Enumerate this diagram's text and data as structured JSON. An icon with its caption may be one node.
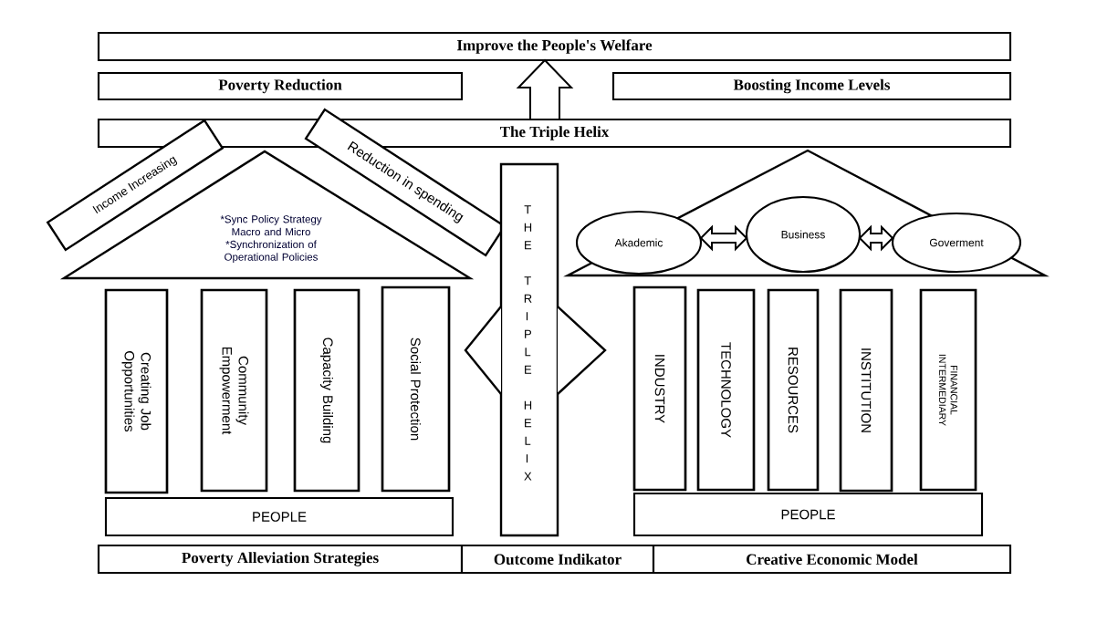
{
  "diagram": {
    "nodes": [
      {
        "text": [
          "Improve the People's Welfare"
        ]
      },
      {
        "text": [
          "Poverty Reduction"
        ]
      },
      {
        "text": [
          "Boosting Income Levels"
        ]
      },
      {
        "text": [
          "The Triple Helix"
        ]
      },
      {
        "text": [
          "*Sync Policy Strategy Macro and Micro",
          "*Synchronization of Operational Policies"
        ]
      },
      {
        "text": [
          "Income Increasing"
        ]
      },
      {
        "text": [
          "Reduction in spending"
        ]
      },
      {
        "text": [
          "THE TRIPLE HELIX"
        ]
      },
      {
        "text": [],
        "shape": "triangle"
      },
      {
        "text": [
          "Akademic"
        ],
        "in": 8
      },
      {
        "text": [
          "Business"
        ],
        "in": 8
      },
      {
        "text": [
          "Goverment"
        ],
        "in": 8
      },
      {
        "text": [
          "Creating Job Opportunities"
        ]
      },
      {
        "text": [
          "Community Empowerment"
        ]
      },
      {
        "text": [
          "Capacity Building"
        ]
      },
      {
        "text": [
          "Social Protection"
        ]
      },
      {
        "text": [
          "INDUSTRY"
        ]
      },
      {
        "text": [
          "TECHNOLOGY"
        ]
      },
      {
        "text": [
          "RESOURCES"
        ]
      },
      {
        "text": [
          "INSTITUTION"
        ]
      },
      {
        "text": [
          "FINANCIAL INTERMEDIARY"
        ]
      },
      {
        "text": [
          "PEOPLE"
        ]
      },
      {
        "text": [
          "PEOPLE"
        ]
      },
      {
        "text": [
          "Poverty Alleviation Strategies"
        ]
      },
      {
        "text": [
          "Outcome Indikator"
        ]
      },
      {
        "text": [
          "Creative Economic Model"
        ]
      }
    ],
    "edges": [
      {
        "from": 3,
        "to": 0,
        "arrow": "to"
      },
      {
        "from": 9,
        "to": 10,
        "arrow": "both"
      },
      {
        "from": 10,
        "to": 11,
        "arrow": "both"
      }
    ]
  }
}
